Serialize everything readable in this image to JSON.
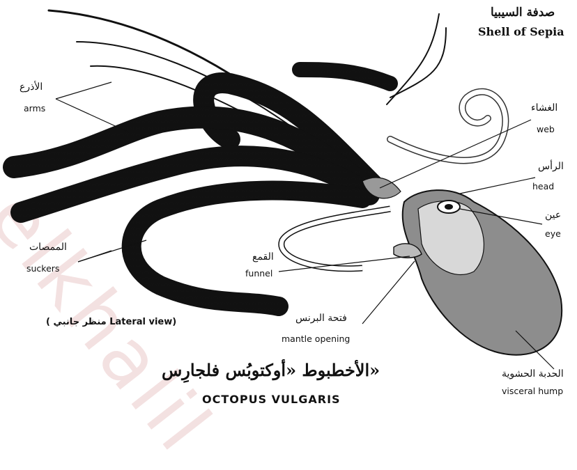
{
  "header": {
    "title_ar": "صدفة السيبيا",
    "title_en": "Shell of Sepia"
  },
  "labels": {
    "arms": {
      "ar": "الأذرع",
      "en": "arms"
    },
    "web": {
      "ar": "الغشاء",
      "en": "web"
    },
    "head": {
      "ar": "الرأس",
      "en": "head"
    },
    "eye": {
      "ar": "عين",
      "en": "eye"
    },
    "suckers": {
      "ar": "الممصات",
      "en": "suckers"
    },
    "funnel": {
      "ar": "القمع",
      "en": "funnel"
    },
    "mantle_opening": {
      "ar": "فتحة البرنس",
      "en": "mantle opening"
    },
    "visceral_hump": {
      "ar": "الحدبة الحشوية",
      "en": "visceral hump"
    }
  },
  "view_label": "( منظر جانبي Lateral view)",
  "caption": {
    "ar": "الأخطبوط «أوكتوبُس فلجارِس»",
    "en_partial": "OCTOPUS VULGARIS"
  },
  "watermark": {
    "text": "elkhalil",
    "color": "#eac9c9"
  },
  "colors": {
    "ink": "#111111",
    "paper": "#ffffff"
  }
}
